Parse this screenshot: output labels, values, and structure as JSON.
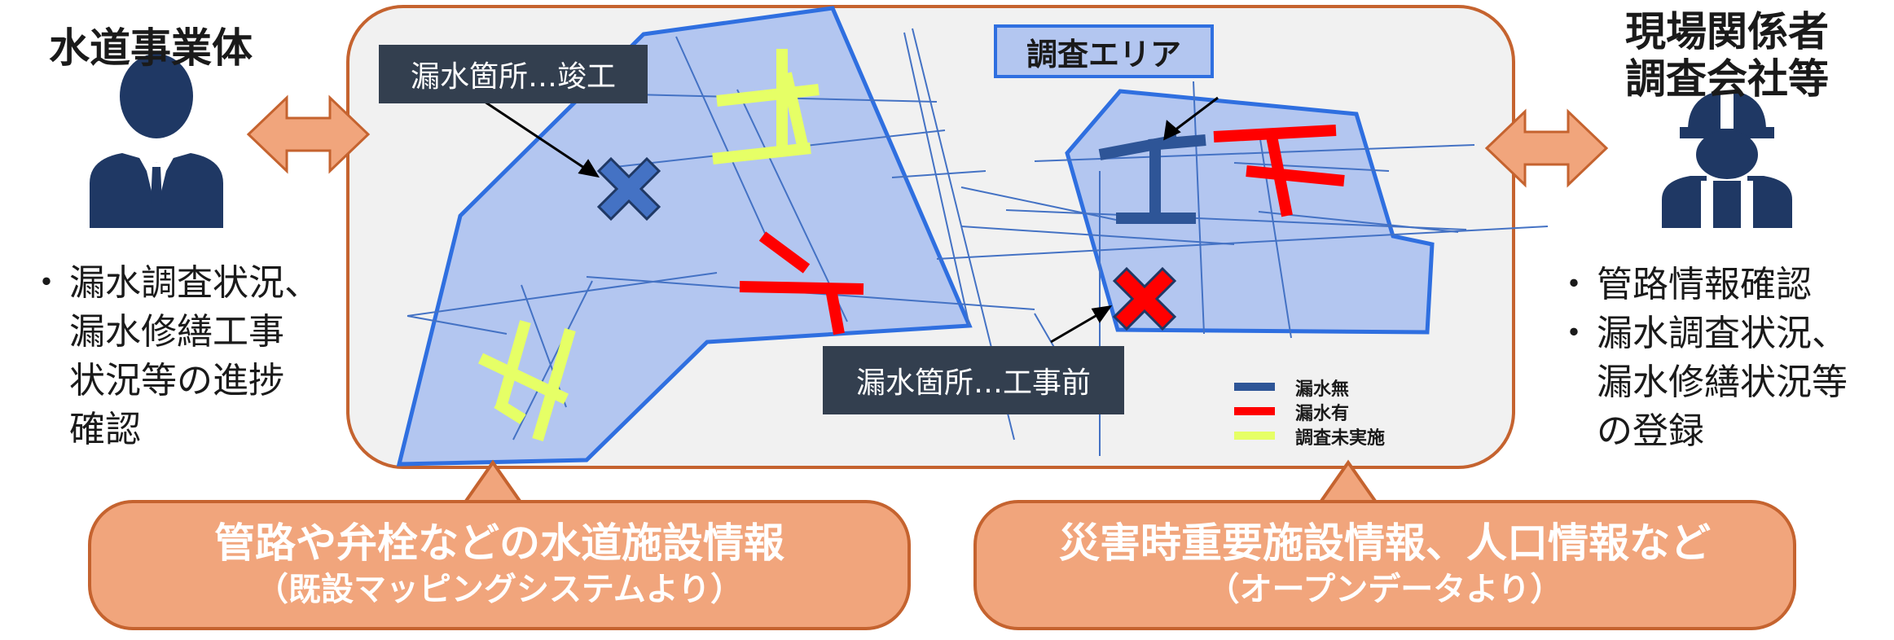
{
  "left_actor": {
    "title": "水道事業体",
    "icon": "business-person-icon",
    "bullets": [
      [
        "漏水調査状況、",
        "漏水修繕工事",
        "状況等の進捗",
        "確認"
      ]
    ]
  },
  "right_actor": {
    "title_lines": [
      "現場関係者",
      "調査会社等"
    ],
    "icon": "worker-helmet-icon",
    "bullets": [
      [
        "管路情報確認"
      ],
      [
        "漏水調査状況、",
        "漏水修繕状況等",
        "の登録"
      ]
    ]
  },
  "map": {
    "area_label": "調査エリア",
    "callout_completed": "漏水箇所…竣工",
    "callout_before": "漏水箇所…工事前",
    "legend": [
      {
        "label": "漏水無",
        "color": "#2e5597"
      },
      {
        "label": "漏水有",
        "color": "#ff0000"
      },
      {
        "label": "調査未実施",
        "color": "#e6ff66"
      }
    ]
  },
  "banners": {
    "left": {
      "line1": "管路や弁栓などの水道施設情報",
      "line2": "（既設マッピングシステムより）"
    },
    "right": {
      "line1": "災害時重要施設情報、人口情報など",
      "line2": "（オープンデータより）"
    }
  },
  "colors": {
    "panel_border": "#c5632f",
    "panel_fill": "#f1f1f1",
    "banner_fill": "#f1a57c",
    "area_fill": "#b3c6f0",
    "area_border": "#2f6fe0",
    "dark_box": "#333f4f",
    "navy": "#1f3864"
  }
}
